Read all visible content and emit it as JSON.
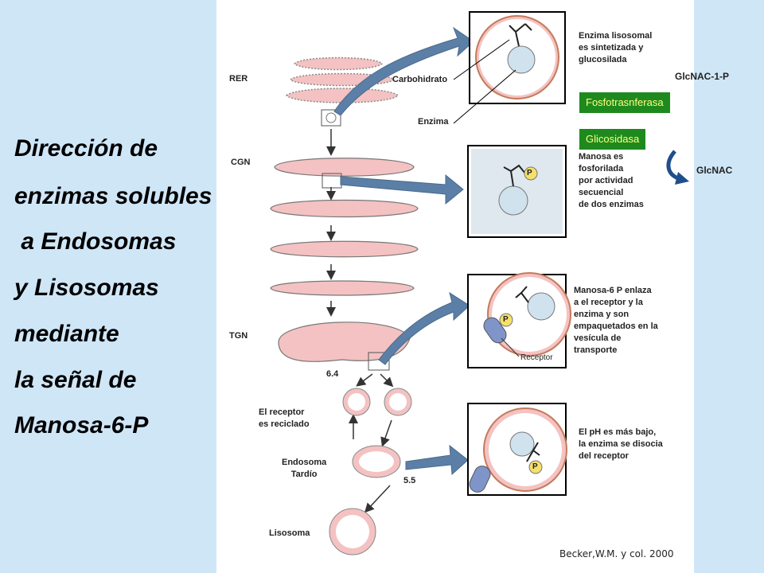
{
  "title_lines": [
    "Dirección  de",
    "enzimas solubles",
    " a Endosomas",
    "y Lisosomas",
    "mediante",
    "la señal de",
    "Manosa-6-P"
  ],
  "compartments": {
    "rer": "RER",
    "cgn": "CGN",
    "tgn": "TGN"
  },
  "panel_labels": {
    "carbohydrate": "Carbohidrato",
    "enzyme": "Enzima",
    "receptor": "Receptor",
    "phosphate": "P"
  },
  "pathway": {
    "ph_64": "6.4",
    "ph_55": "5.5",
    "receptor_recycled": "El receptor\nes reciclado",
    "late_endosome": "Endosoma\nTardío",
    "lysosome": "Lisosoma"
  },
  "descriptions": {
    "step1": "Enzima lisosomal\nes sintetizada y\nglucosilada",
    "step2": "Manosa es\nfosforilada\npor actividad\nsecuencial\nde dos enzimas",
    "step3": "Manosa-6 P  enlaza\na el receptor y la\nenzima  y son\nempaquetados en la\nvesícula de\ntransporte",
    "step4": "El pH es más bajo,\nla enzima  se disocia\ndel receptor"
  },
  "enzymes": {
    "fosfotransferasa": "Fosfotrasnferasa",
    "glicosidasa": "Glicosidasa"
  },
  "substrates": {
    "glcnac_1_p": "GlcNAC-1-P",
    "glcnac": "GlcNAC"
  },
  "credit": "Becker,W.M. y col. 2000",
  "colors": {
    "background": "#cfe6f7",
    "enzyme_tag": "#1e8a1e",
    "enzyme_tag_text": "#ffff80",
    "membrane": "#f4c2c2",
    "lumen": "#ffffff",
    "arrow": "#5b7fa6",
    "enzyme_ball": "#cfe2ee",
    "phosphate": "#f5e06b",
    "receptor": "#7f95c9",
    "curve_arrow": "#1f4e8c"
  }
}
